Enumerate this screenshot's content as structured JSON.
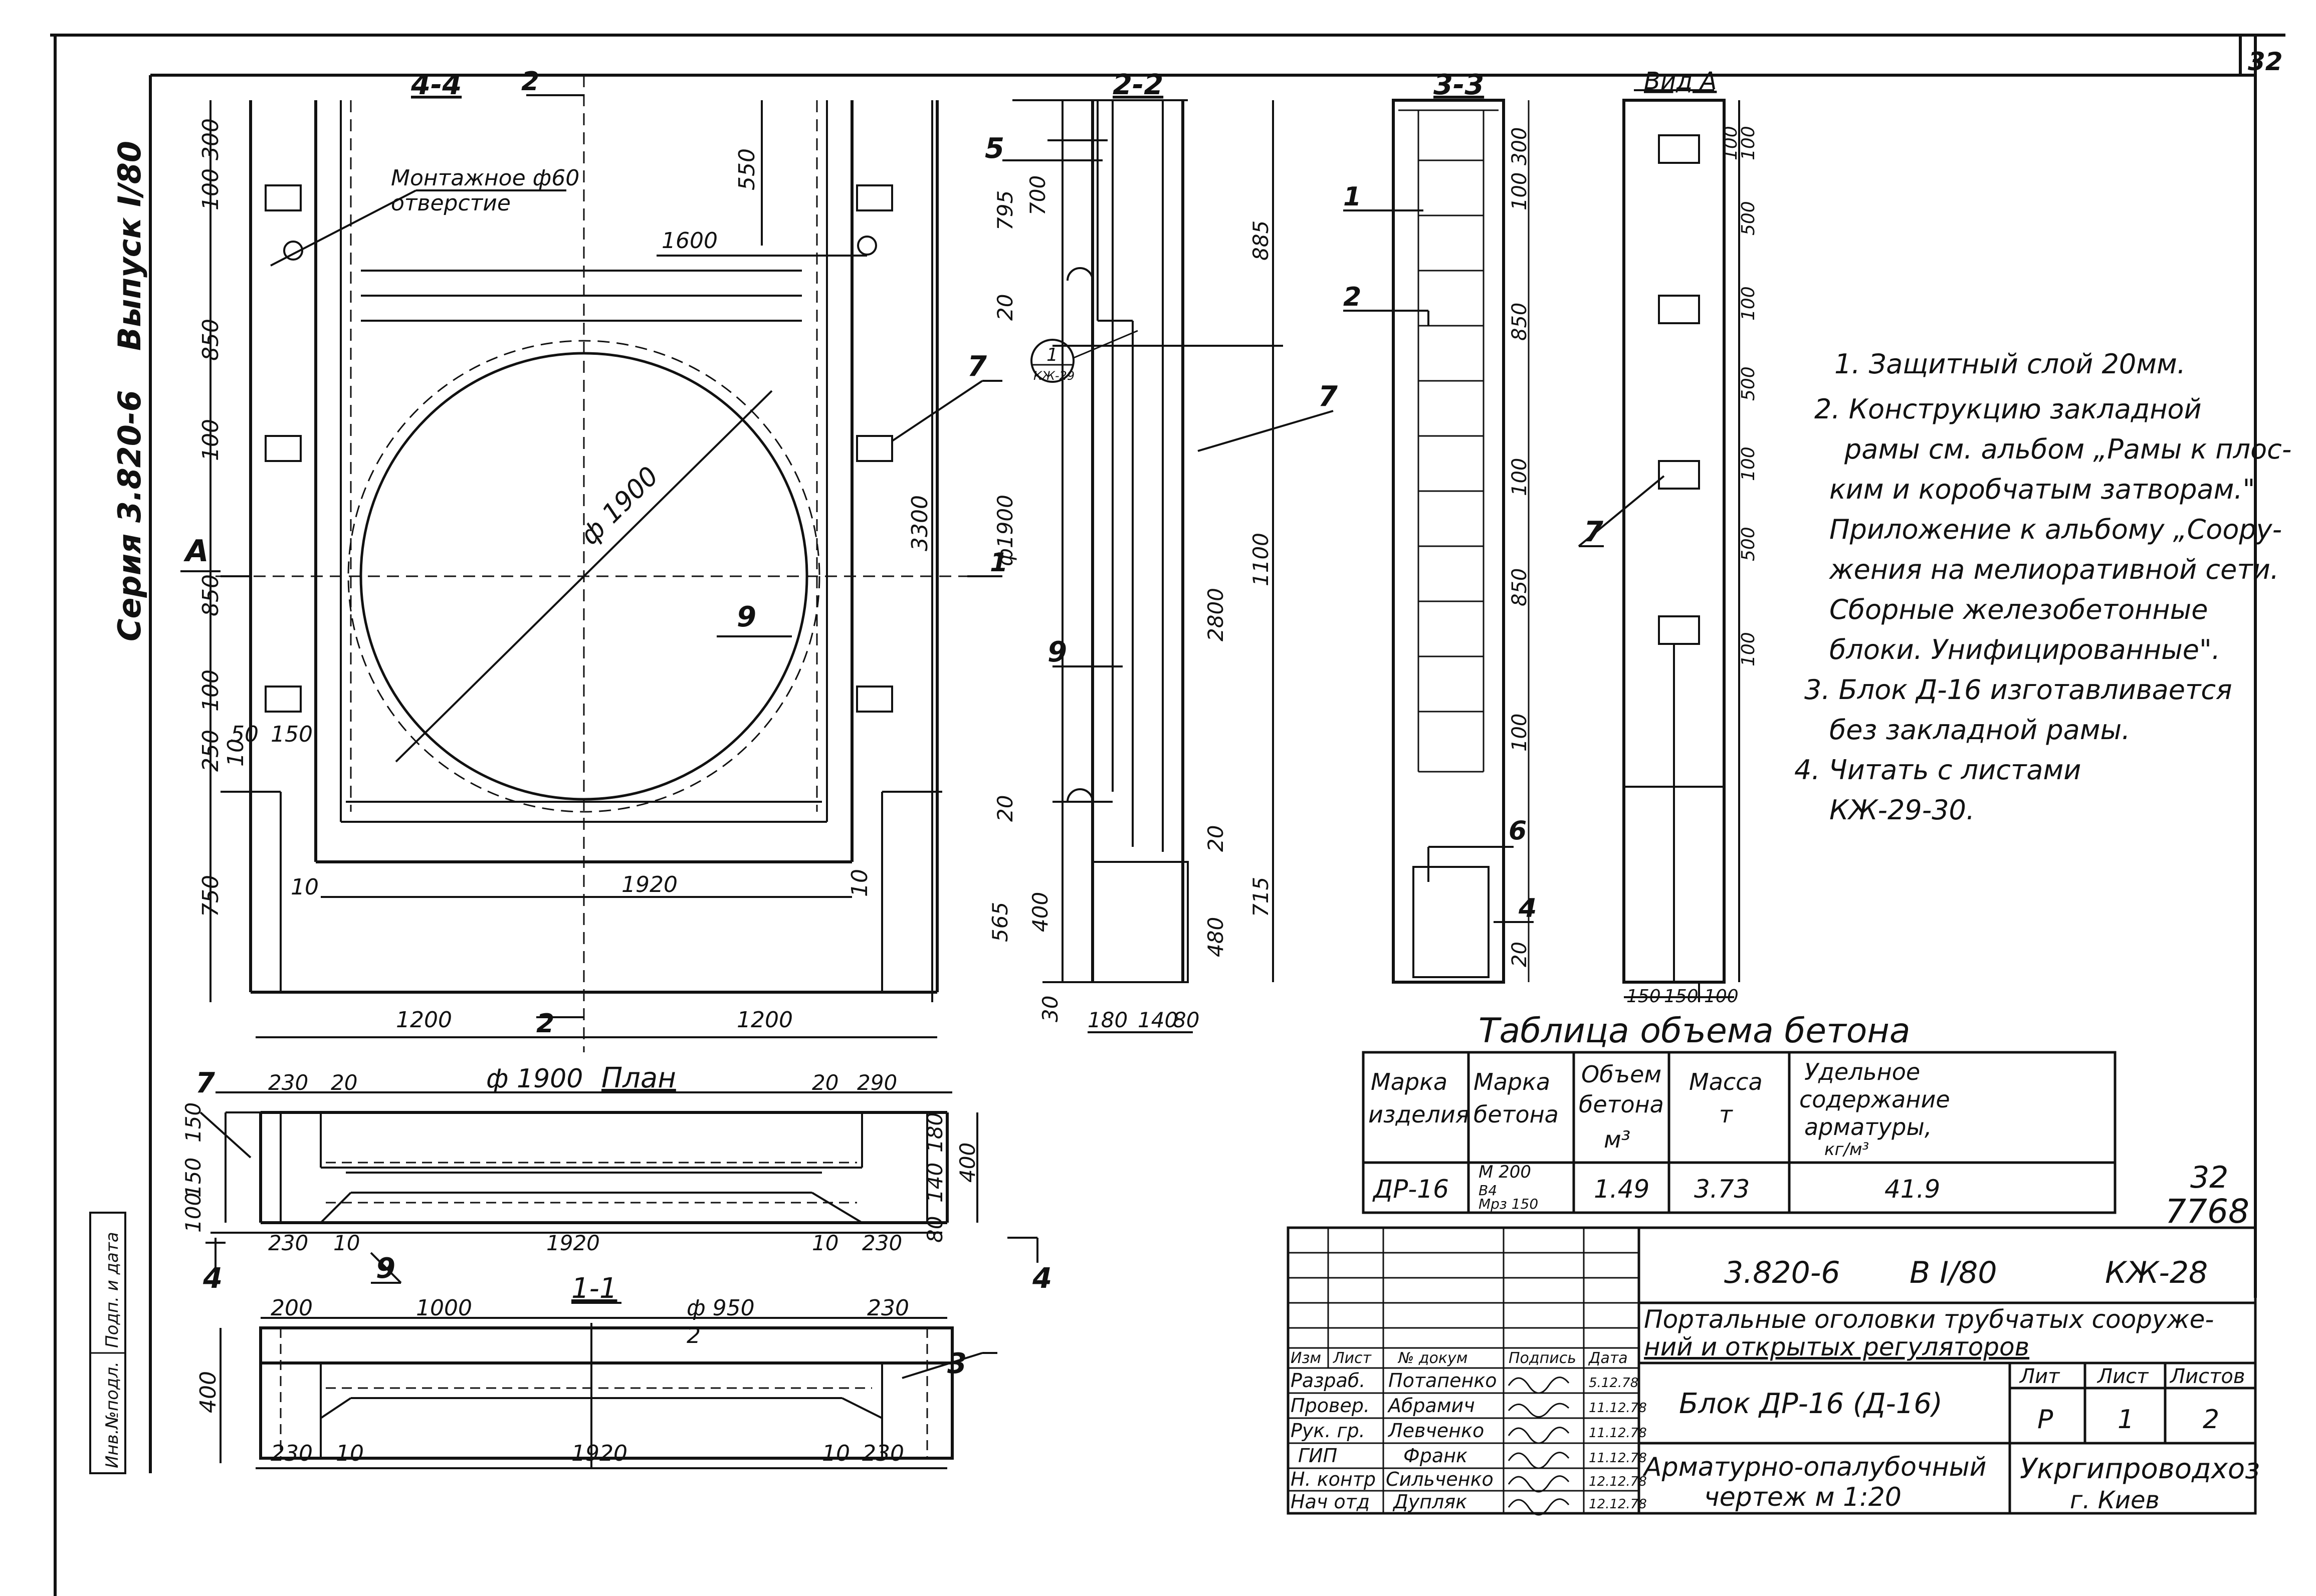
{
  "sheet_number": "32",
  "margin": {
    "issue": "Выпуск I/80",
    "series": "Серия 3.820-6",
    "inv_labels": [
      "Инв.№подл.",
      "Подп. и дата"
    ]
  },
  "section_4_4": {
    "title": "4-4",
    "cut_mark": "2",
    "cut_mark_bottom": "2",
    "label_view_a": "А",
    "label_1": "1",
    "hole_note": [
      "Монтажное ф60",
      "отверстие"
    ],
    "dims_left": [
      "300",
      "100",
      "850",
      "100",
      "850",
      "100",
      "250",
      "10",
      "750"
    ],
    "dims_small": [
      "50",
      "150"
    ],
    "dim_550": "550",
    "dim_1600": "1600",
    "dim_diameter": "ф 1900",
    "dim_3300": "3300",
    "dim_1920": "1920",
    "dim_10a": "10",
    "dim_10b": "10",
    "dim_1200a": "1200",
    "dim_1200b": "1200",
    "pos_7": "7",
    "pos_9": "9"
  },
  "section_2_2": {
    "title": "2-2",
    "dims": [
      "795",
      "700",
      "20",
      "ф1900",
      "20",
      "565",
      "400",
      "30"
    ],
    "dims_right": [
      "885",
      "1100",
      "2800",
      "20",
      "715",
      "480"
    ],
    "dims_bottom": [
      "180",
      "140",
      "80"
    ],
    "callout_top": "1",
    "callout_bottom": "КЖ-29",
    "pos_5": "5",
    "pos_7": "7",
    "pos_9": "9"
  },
  "section_3_3": {
    "title": "3-3",
    "dims": [
      "300",
      "100",
      "850",
      "100",
      "850",
      "100",
      "20"
    ],
    "pos": [
      "1",
      "2",
      "6",
      "4"
    ]
  },
  "view_a": {
    "title": "Вид А",
    "dims": [
      "100",
      "100",
      "500",
      "100",
      "500",
      "100",
      "500",
      "100"
    ],
    "dims_bottom": [
      "150",
      "150",
      "100"
    ],
    "pos_7": "7"
  },
  "plan": {
    "title": "План",
    "dim_diameter": "ф 1900",
    "dims_top": [
      "230",
      "20",
      "20",
      "290"
    ],
    "dims_left": [
      "150",
      "150",
      "100"
    ],
    "dims_right": [
      "180",
      "140",
      "80",
      "400"
    ],
    "dims_bottom": [
      "230",
      "10",
      "1920",
      "10",
      "230"
    ],
    "pos_7": "7",
    "pos_9": "9",
    "cut": "4"
  },
  "section_1_1": {
    "title": "1-1",
    "dims_top": [
      "200",
      "1000",
      "ф 950",
      "230"
    ],
    "mark_2": "2",
    "dim_left": "400",
    "dims_bottom": [
      "230",
      "10",
      "1920",
      "10",
      "230"
    ],
    "pos_3": "3"
  },
  "notes": [
    "1. Защитный слой 20мм.",
    "2. Конструкцию закладной",
    "рамы см. альбом „Рамы к плос-",
    "ким и коробчатым затворам.\"",
    "Приложение к альбому „Соору-",
    "жения на мелиоративной сети.",
    "Сборные железобетонные",
    "блоки. Унифицированные\".",
    "3. Блок Д-16 изготавливается",
    "без закладной рамы.",
    "4. Читать с листами",
    "КЖ-29-30."
  ],
  "concrete_table": {
    "title": "Таблица объема бетона",
    "headers": [
      [
        "Марка",
        "изделия"
      ],
      [
        "Марка",
        "бетона"
      ],
      [
        "Объем",
        "бетона",
        "м³"
      ],
      [
        "Масса",
        "т"
      ],
      [
        "Удельное",
        "содержание",
        "арматуры,",
        "кг/м³"
      ]
    ],
    "row": {
      "mark": "ДР-16",
      "concrete": [
        "М 200",
        "В4",
        "Мрз 150"
      ],
      "volume": "1.49",
      "mass": "3.73",
      "rebar": "41.9"
    }
  },
  "archive": {
    "page": "32",
    "code": "7768"
  },
  "title_block": {
    "doc_code": "3.820-6",
    "issue": "В I/80",
    "sheet_code": "КЖ-28",
    "project_title": [
      "Портальные оголовки трубчатых сооруже-",
      "ний и открытых регуляторов"
    ],
    "block_name": "Блок ДР-16 (Д-16)",
    "drawing_type": [
      "Арматурно-опалубочный",
      "чертеж м 1:20"
    ],
    "stage_header": "Лит",
    "sheet_header": "Лист",
    "sheets_header": "Листов",
    "stage": "Р",
    "sheet": "1",
    "sheets": "2",
    "org": [
      "Укргипроводхоз",
      "г. Киев"
    ],
    "col_headers": [
      "Изм",
      "Лист",
      "№ докум",
      "Подпись",
      "Дата"
    ],
    "staff": [
      {
        "role": "Разраб.",
        "name": "Потапенко",
        "date": "5.12.78"
      },
      {
        "role": "Провер.",
        "name": "Абрамич",
        "date": "11.12.78"
      },
      {
        "role": "Рук. гр.",
        "name": "Левченко",
        "date": "11.12.78"
      },
      {
        "role": "ГИП",
        "name": "Франк",
        "date": "11.12.78"
      },
      {
        "role": "Н. контр",
        "name": "Сильченко",
        "date": "12.12.78"
      },
      {
        "role": "Нач отд",
        "name": "Дупляк",
        "date": "12.12.78"
      }
    ]
  }
}
